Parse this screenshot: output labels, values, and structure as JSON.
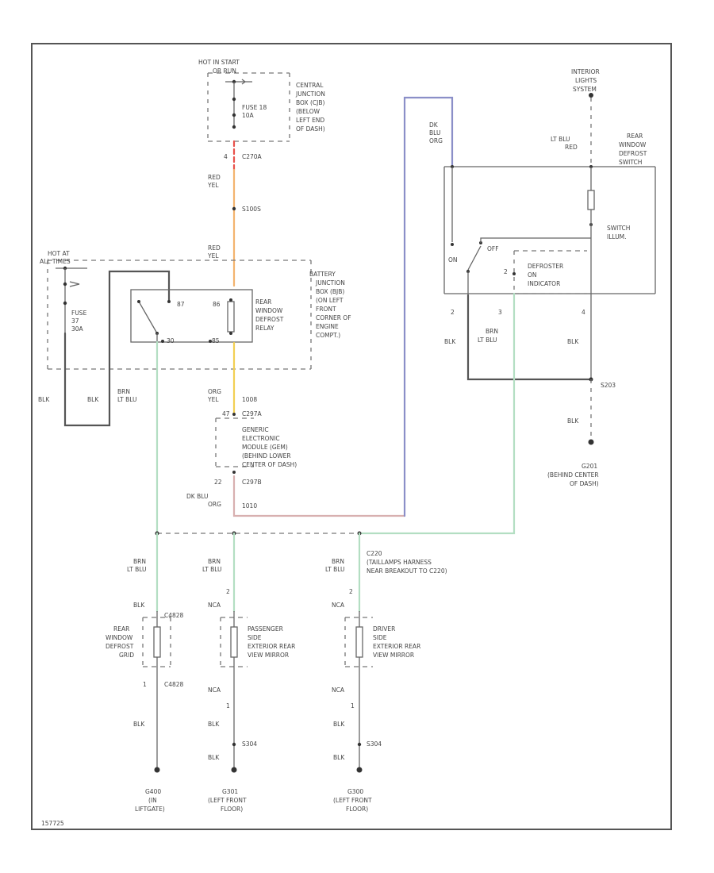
{
  "colors": {
    "black": "#555555",
    "red": "#e8504a",
    "orange": "#f3b36e",
    "yellow": "#f2cf52",
    "green": "#b3dec2",
    "purple": "#8b8fc8",
    "pink": "#d8b0b0"
  },
  "texts": {
    "hot_start": "HOT IN START",
    "hot_start_2": "OR RUN",
    "cjb_1": "CENTRAL",
    "cjb_2": "JUNCTION",
    "cjb_3": "BOX (CJB)",
    "cjb_4": "(BELOW",
    "cjb_5": "LEFT END",
    "cjb_6": "OF DASH)",
    "fuse18_1": "FUSE 18",
    "fuse18_2": "10A",
    "c2704_pin": "4",
    "c2704": "C270A",
    "red_yel_1_a": "RED",
    "red_yel_1_b": "YEL",
    "s1005": "S100S",
    "red_yel_2_a": "RED",
    "red_yel_2_b": "YEL",
    "hot_at_1": "HOT AT",
    "hot_at_2": "ALL TIMES",
    "fuse37_1": "FUSE",
    "fuse37_2": "37",
    "fuse37_3": "30A",
    "relay_87": "87",
    "relay_86": "86",
    "relay_30": "30",
    "relay_85": "85",
    "rel_1": "REAR",
    "rel_2": "WINDOW",
    "rel_3": "DEFROST",
    "rel_4": "RELAY",
    "bjb_1": "BATTERY",
    "bjb_2": "JUNCTION",
    "bjb_3": "BOX (BJB)",
    "bjb_4": "(ON LEFT",
    "bjb_5": "FRONT",
    "bjb_6": "CORNER OF",
    "bjb_7": "ENGINE",
    "bjb_8": "COMPT.)",
    "blk_a": "BLK",
    "blk_b": "BLK",
    "brn_ltblu_a": "BRN",
    "brn_ltblu_b": "LT BLU",
    "org_yel_a": "ORG",
    "org_yel_b": "YEL",
    "w1008": "1008",
    "gem_pin_a": "47",
    "gem_conn_a": "C297A",
    "gem_1": "GENERIC",
    "gem_2": "ELECTRONIC",
    "gem_3": "MODULE (GEM)",
    "gem_4": "(BEHIND LOWER",
    "gem_5": "CENTER OF DASH)",
    "gem_pin_b": "22",
    "gem_conn_b": "C297B",
    "dkblu_org_a": "DK BLU",
    "dkblu_org_b": "ORG",
    "w1010": "1010",
    "ils_1": "INTERIOR",
    "ils_2": "LIGHTS",
    "ils_3": "SYSTEM",
    "dkblu_org_c": "DK",
    "dkblu_org_d": "BLU",
    "dkblu_org_e": "ORG",
    "ltblu_red_a": "LT BLU",
    "ltblu_red_b": "RED",
    "sw_1": "REAR",
    "sw_2": "WINDOW",
    "sw_3": "DEFROST",
    "sw_4": "SWITCH",
    "illum_1": "SWITCH",
    "illum_2": "ILLUM.",
    "sw_on": "ON",
    "sw_off": "OFF",
    "ind_pin": "2",
    "ind_1": "DEFROSTER",
    "ind_2": "ON",
    "ind_3": "INDICATOR",
    "sw_pin_2": "2",
    "sw_pin_3": "3",
    "sw_pin_4": "4",
    "brn_ltblu_c": "BRN",
    "brn_ltblu_d": "LT BLU",
    "blk_c": "BLK",
    "blk_d": "BLK",
    "s203": "S203",
    "blk_e": "BLK",
    "g201_1": "G201",
    "g201_2": "(BEHIND CENTER",
    "g201_3": "OF DASH)",
    "c220_1": "C220",
    "c220_2": "(TAILLAMPS HARNESS",
    "c220_3": "NEAR BREAKOUT TO C220)",
    "brn_1a": "BRN",
    "brn_1b": "LT BLU",
    "brn_2a": "BRN",
    "brn_2b": "LT BLU",
    "brn_3a": "BRN",
    "brn_3b": "LT BLU",
    "grd_blk_1": "BLK",
    "grd_conn": "C4828",
    "grd_1": "REAR",
    "grd_2": "WINDOW",
    "grd_3": "DEFROST",
    "grd_4": "GRID",
    "grd_pin": "1",
    "grd_conn2": "C4828",
    "grd_blk_2": "BLK",
    "pm_pin_2": "2",
    "pm_nca_1": "NCA",
    "pm_1": "PASSENGER",
    "pm_2": "SIDE",
    "pm_3": "EXTERIOR REAR",
    "pm_4": "VIEW MIRROR",
    "pm_nca_2": "NCA",
    "pm_pin_1": "1",
    "pm_blk_1": "BLK",
    "pm_s": "S304",
    "pm_blk_2": "BLK",
    "dm_pin_2": "2",
    "dm_nca_1": "NCA",
    "dm_1": "DRIVER",
    "dm_2": "SIDE",
    "dm_3": "EXTERIOR REAR",
    "dm_4": "VIEW MIRROR",
    "dm_nca_2": "NCA",
    "dm_pin_1": "1",
    "dm_blk_1": "BLK",
    "dm_s": "S304",
    "dm_blk_2": "BLK",
    "g400_1": "G400",
    "g400_2": "(IN",
    "g400_3": "LIFTGATE)",
    "g301a_1": "G301",
    "g301a_2": "(LEFT FRONT",
    "g301a_3": "FLOOR)",
    "g301b_1": "G300",
    "g301b_2": "(LEFT FRONT",
    "g301b_3": "FLOOR)",
    "fig_id": "157725"
  }
}
